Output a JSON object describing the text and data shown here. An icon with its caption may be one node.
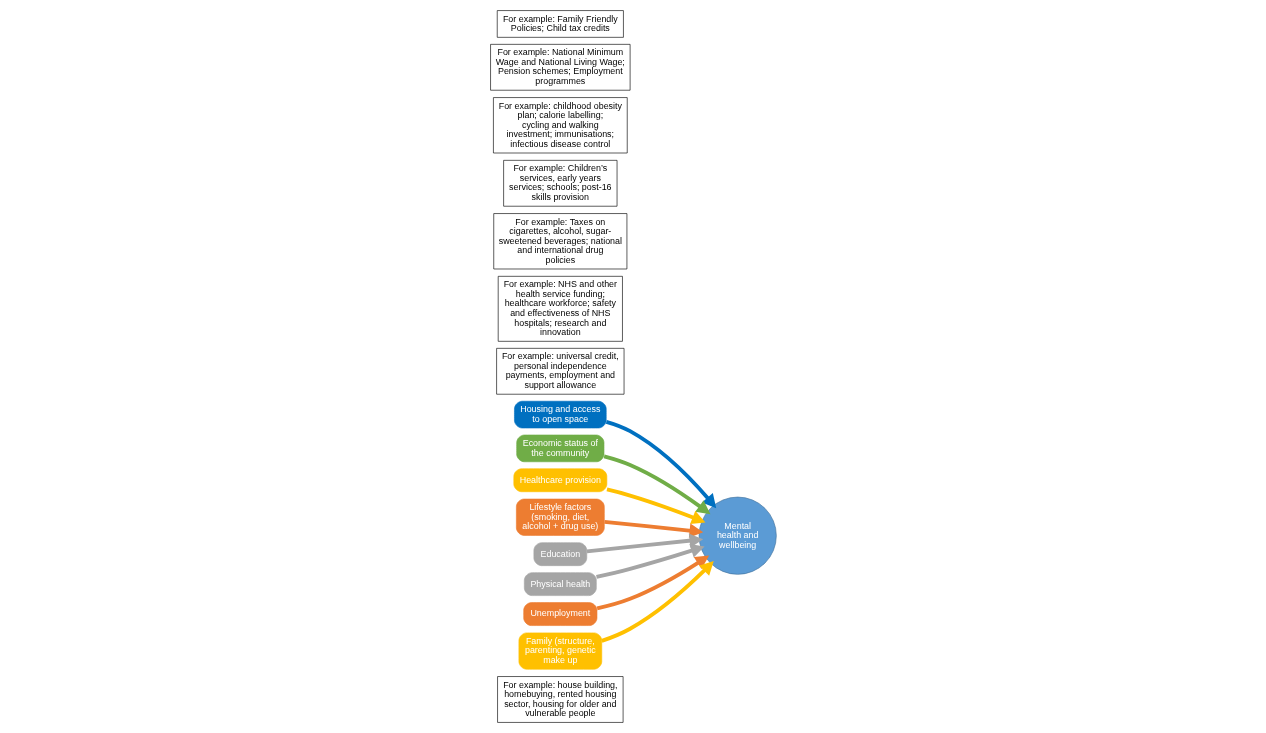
{
  "diagram": {
    "nodes": [
      {
        "text": [
          "For example: universal credit, personal independence payments, employment and support allowance"
        ]
      },
      {
        "text": [
          "For example: house building, homebuying, rented housing sector, housing for older and vulnerable people"
        ]
      },
      {
        "text": [
          "For example: NHS and other health service funding; healthcare workforce; safety and effectiveness of NHS hospitals; research and innovation"
        ]
      },
      {
        "text": [
          "For example: Taxes on cigarettes, alcohol, sugar-sweetened beverages; national and international drug policies"
        ]
      },
      {
        "text": [
          "Housing and access to open space"
        ]
      },
      {
        "text": [
          "Economic status of the community"
        ]
      },
      {
        "text": [
          "Lifestyle factors (smoking, diet, alcohol + drug use)"
        ]
      },
      {
        "text": [
          "For example: childhood obesity plan; calorie labelling; cycling and walking investment; immunisations; infectious disease control"
        ]
      },
      {
        "text": [
          "Healthcare provision"
        ]
      },
      {
        "text": [
          "For example: Children’s services, early years services; schools; post-16 skills provision"
        ]
      },
      {
        "text": [
          "Education"
        ]
      },
      {
        "text": [
          "Physical health"
        ]
      },
      {
        "text": [
          "For example: National Minimum Wage and National Living Wage; Pension schemes; Employment programmes"
        ]
      },
      {
        "text": [
          "Mental health and wellbeing"
        ]
      },
      {
        "text": [
          "Unemployment"
        ]
      },
      {
        "text": [
          "Family (structure, parenting, genetic make up"
        ]
      },
      {
        "text": [
          "For example: Family Friendly Policies; Child tax credits"
        ]
      }
    ],
    "edges": [
      {
        "from": 4,
        "to": 13,
        "arrow": "to",
        "color": "#0070c0"
      },
      {
        "from": 5,
        "to": 13,
        "arrow": "to",
        "color": "#70ad47"
      },
      {
        "from": 8,
        "to": 13,
        "arrow": "to",
        "color": "#ffc000"
      },
      {
        "from": 6,
        "to": 13,
        "arrow": "to",
        "color": "#ed7d31"
      },
      {
        "from": 10,
        "to": 13,
        "arrow": "to",
        "color": "#a5a5a5"
      },
      {
        "from": 11,
        "to": 13,
        "arrow": "to",
        "color": "#a5a5a5"
      },
      {
        "from": 14,
        "to": 13,
        "arrow": "to",
        "color": "#ed7d31"
      },
      {
        "from": 15,
        "to": 13,
        "arrow": "to",
        "color": "#ffc000"
      }
    ]
  }
}
